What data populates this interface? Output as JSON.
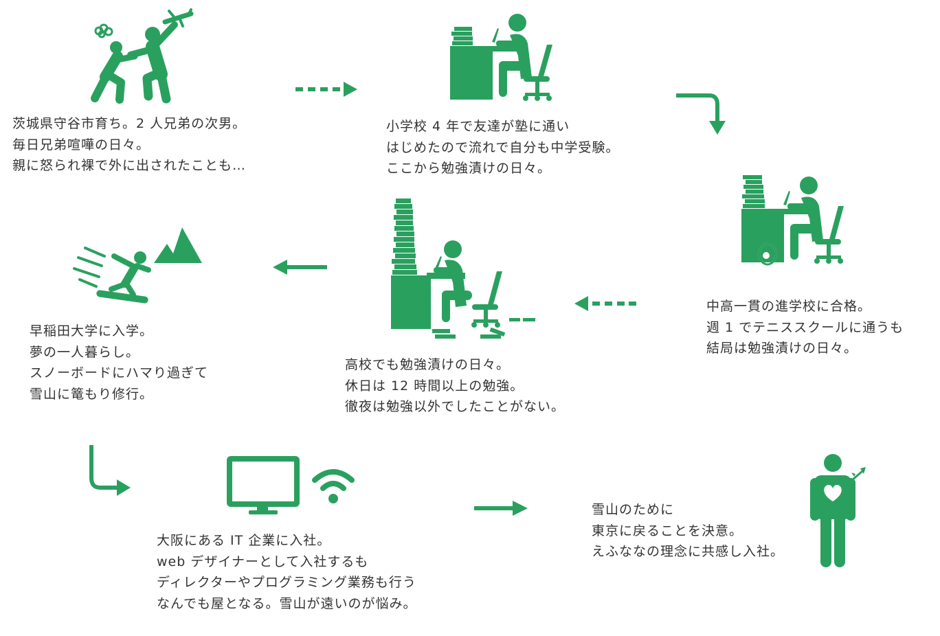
{
  "colors": {
    "accent": "#2aa05f",
    "text": "#333333"
  },
  "steps": [
    {
      "icon": "fighting-siblings-icon",
      "lines": [
        "茨城県守谷市育ち。2 人兄弟の次男。",
        "毎日兄弟喧嘩の日々。",
        "親に怒られ裸で外に出されたことも…"
      ]
    },
    {
      "icon": "study-desk-icon",
      "lines": [
        "小学校 4 年で友達が塾に通い",
        "はじめたので流れで自分も中学受験。",
        "ここから勉強漬けの日々。"
      ]
    },
    {
      "icon": "study-desk-tennis-icon",
      "lines": [
        "中高一貫の進学校に合格。",
        "週 1 でテニススクールに通うも",
        "結局は勉強漬けの日々。"
      ]
    },
    {
      "icon": "study-desk-piles-icon",
      "lines": [
        "高校でも勉強漬けの日々。",
        "休日は 12 時間以上の勉強。",
        "徹夜は勉強以外でしたことがない。"
      ]
    },
    {
      "icon": "snowboarder-mountain-icon",
      "lines": [
        "早稲田大学に入学。",
        "夢の一人暮らし。",
        "スノーボードにハマり過ぎて",
        "雪山に篭もり修行。"
      ]
    },
    {
      "icon": "monitor-wifi-icon",
      "lines": [
        "大阪にある IT 企業に入社。",
        "web デザイナーとして入社するも",
        "ディレクターやプログラミング業務も行う",
        "なんでも屋となる。雪山が遠いのが悩み。"
      ]
    },
    {
      "icon": "heart-arrow-person-icon",
      "lines": [
        "雪山のために",
        "東京に戻ることを決意。",
        "えふななの理念に共感し入社。"
      ]
    }
  ]
}
